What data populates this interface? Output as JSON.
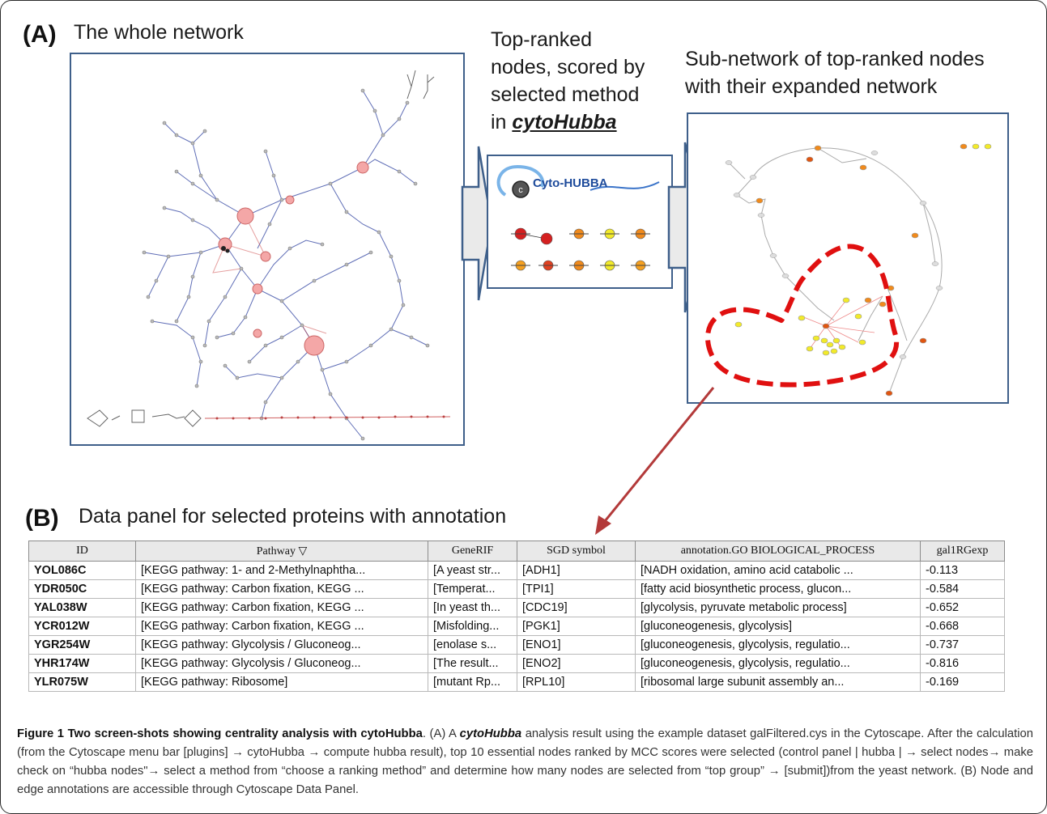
{
  "panel_a": {
    "letter": "(A)",
    "whole_network_title": "The whole network",
    "top_ranked_title": [
      "Top-ranked",
      "nodes, scored by",
      "selected method"
    ],
    "top_ranked_in": "in ",
    "top_ranked_tool": "cytoHubba",
    "subnetwork_title": [
      "Sub-network of top-ranked nodes",
      "with their expanded network"
    ],
    "logo_text": "Cyto-HUBBA"
  },
  "panel_b": {
    "letter": "(B)",
    "title": "Data panel for selected proteins with annotation",
    "columns": [
      "ID",
      "Pathway ▽",
      "GeneRIF",
      "SGD symbol",
      "annotation.GO BIOLOGICAL_PROCESS",
      "gal1RGexp"
    ],
    "rows": [
      [
        "YOL086C",
        "[KEGG pathway: 1- and 2-Methylnaphtha...",
        "[A yeast str...",
        "[ADH1]",
        "[NADH oxidation, amino acid catabolic ...",
        "-0.113"
      ],
      [
        "YDR050C",
        "[KEGG pathway: Carbon fixation, KEGG ...",
        "[Temperat...",
        "[TPI1]",
        "[fatty acid biosynthetic process, glucon...",
        "-0.584"
      ],
      [
        "YAL038W",
        "[KEGG pathway: Carbon fixation, KEGG ...",
        "[In yeast th...",
        "[CDC19]",
        "[glycolysis, pyruvate metabolic process]",
        "-0.652"
      ],
      [
        "YCR012W",
        "[KEGG pathway: Carbon fixation, KEGG ...",
        "[Misfolding...",
        "[PGK1]",
        "[gluconeogenesis, glycolysis]",
        "-0.668"
      ],
      [
        "YGR254W",
        "[KEGG pathway: Glycolysis / Gluconeog...",
        "[enolase s...",
        "[ENO1]",
        "[gluconeogenesis, glycolysis, regulatio...",
        "-0.737"
      ],
      [
        "YHR174W",
        "[KEGG pathway: Glycolysis / Gluconeog...",
        "[The result...",
        "[ENO2]",
        "[gluconeogenesis, glycolysis, regulatio...",
        "-0.816"
      ],
      [
        "YLR075W",
        "[KEGG pathway: Ribosome]",
        "[mutant Rp...",
        "[RPL10]",
        "[ribosomal large subunit assembly an...",
        "-0.169"
      ]
    ]
  },
  "caption": {
    "label": "Figure 1 Two screen-shots showing centrality analysis with cytoHubba",
    "text_1": ". (A) A ",
    "tool": "cytoHubba",
    "text_2": " analysis result using the example dataset galFiltered.cys in the Cytoscape. After the calculation (from the Cytoscape menu bar [plugins] → cytoHubba → compute hubba result), top 10 essential nodes ranked by MCC scores were selected (control panel | hubba | → select nodes→ make check on “hubba nodes\"→ select a method from “choose a ranking method” and determine how many nodes are selected from “top group” → [submit])from the yeast network. (B) Node and edge annotations are accessible through Cytoscape Data Panel."
  },
  "colors": {
    "panel_border": "#3e5f8a",
    "big_arrow": "#e8e8e8",
    "callout_arrow": "#b33a3a",
    "highlight_dash": "#e01010",
    "edge_blue": "#4455aa",
    "node_red": "#e53030",
    "node_orange": "#f08a1c",
    "node_yellow": "#f2ea2a"
  }
}
